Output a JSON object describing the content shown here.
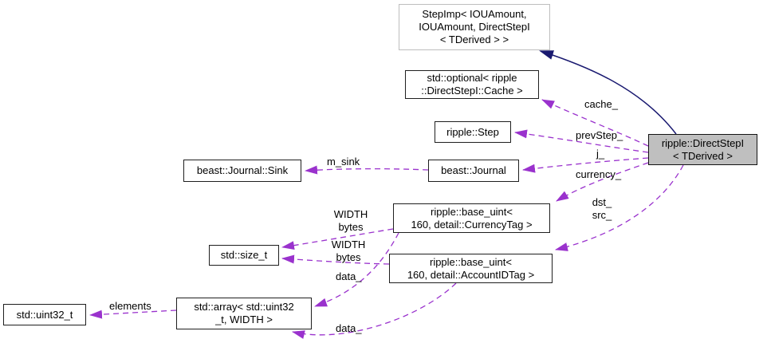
{
  "diagram": {
    "kind": "collaboration-graph",
    "colors": {
      "member_edge": "#9a32cd",
      "inheritance_edge": "#191970",
      "main_node_fill": "#bfbfbf",
      "node_border": "#1f1f1f",
      "external_node_border": "#bebebe"
    },
    "nodes": {
      "stepimp": {
        "label": "StepImp< IOUAmount,\nIOUAmount, DirectStepI\n< TDerived > >"
      },
      "optional_cache": {
        "label": "std::optional< ripple\n::DirectStepI::Cache >"
      },
      "ripple_step": {
        "label": "ripple::Step"
      },
      "journal_sink": {
        "label": "beast::Journal::Sink"
      },
      "journal": {
        "label": "beast::Journal"
      },
      "base_uint_currency": {
        "label": "ripple::base_uint<\n160, detail::CurrencyTag >"
      },
      "size_t": {
        "label": "std::size_t"
      },
      "base_uint_accountid": {
        "label": "ripple::base_uint<\n160, detail::AccountIDTag >"
      },
      "std_array": {
        "label": "std::array< std::uint32\n_t, WIDTH >"
      },
      "uint32_t": {
        "label": "std::uint32_t"
      },
      "direct_step": {
        "label": "ripple::DirectStepI\n< TDerived >"
      }
    },
    "edge_labels": {
      "cache": "cache_",
      "prev_step": "prevStep_",
      "j": "j_",
      "currency": "currency_",
      "dst_src": "dst_\nsrc_",
      "m_sink": "m_sink",
      "width_bytes_currency": "WIDTH\nbytes",
      "width_bytes_accountid": "WIDTH\nbytes",
      "data_currency": "data_",
      "data_accountid": "data_",
      "elements": "elements"
    }
  }
}
